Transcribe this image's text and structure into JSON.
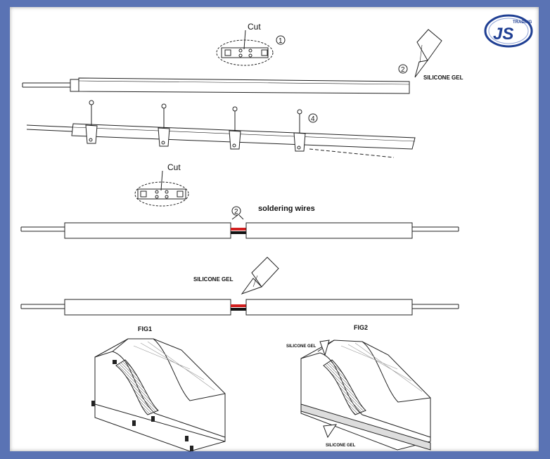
{
  "logo": {
    "word": "TRADING",
    "mark": "JS"
  },
  "step1": {
    "cut_label": "Cut",
    "circle_1": "1",
    "circle_2": "2",
    "gel_label": "SILICONE GEL"
  },
  "step2": {
    "circle_4": "4"
  },
  "step3": {
    "cut_label": "Cut",
    "circle_2": "2",
    "solder_label": "soldering wires"
  },
  "step4": {
    "gel_label": "SILICONE GEL"
  },
  "fig1": {
    "title": "FIG1"
  },
  "fig2": {
    "title": "FIG2",
    "gel_top": "SILICONE GEL",
    "gel_bottom": "SILICONE GEL"
  },
  "colors": {
    "frame": "#5a73b4",
    "logo_blue": "#1f3f93",
    "wire_red": "#d21f1f",
    "wire_black": "#111111"
  }
}
